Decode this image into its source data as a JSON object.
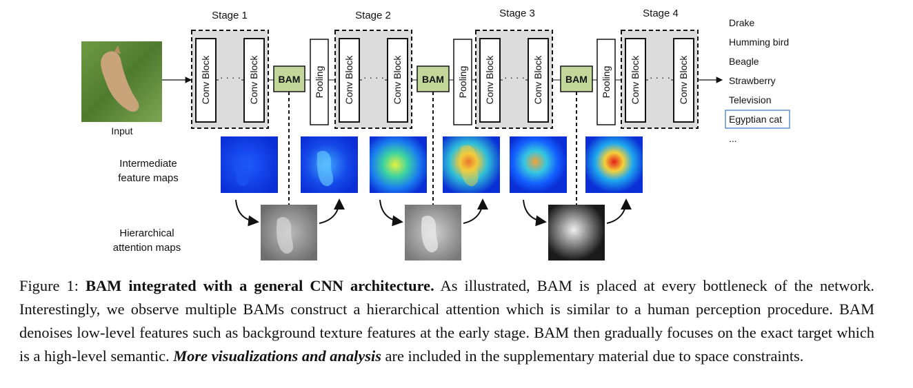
{
  "figure": {
    "stages": [
      "Stage 1",
      "Stage 2",
      "Stage 3",
      "Stage 4"
    ],
    "input_label": "Input",
    "conv_block_label": "Conv Block",
    "ellipsis": "· · · ·",
    "bam_label": "BAM",
    "pooling_label": "Pooling",
    "intermediate_label": [
      "Intermediate",
      "feature maps"
    ],
    "attention_label": [
      "Hierarchical",
      "attention maps"
    ],
    "classes": [
      "Drake",
      "Humming bird",
      "Beagle",
      "Strawberry",
      "Television",
      "Egyptian cat",
      "..."
    ],
    "highlighted_class_index": 5,
    "colors": {
      "stage_fill": "#dcdcdc",
      "bam_fill": "#c4d79b",
      "highlight_border": "#5b8fd0",
      "heat_low": "#0a2fd6",
      "heat_high": "#e31b1b"
    }
  },
  "caption": {
    "prefix": "Figure 1: ",
    "bold_title": "BAM integrated with a general CNN architecture.",
    "body": " As illustrated, BAM is placed at every bottleneck of the network. Interestingly, we observe multiple BAMs construct a hierarchical attention which is similar to a human perception procedure. BAM denoises low-level features such as background texture features at the early stage. BAM then gradually focuses on the exact target which is a high-level semantic. ",
    "emph_1": "More visualizations and",
    "emph_2": "analysis",
    "tail": " are included in the supplementary material due to space constraints."
  }
}
